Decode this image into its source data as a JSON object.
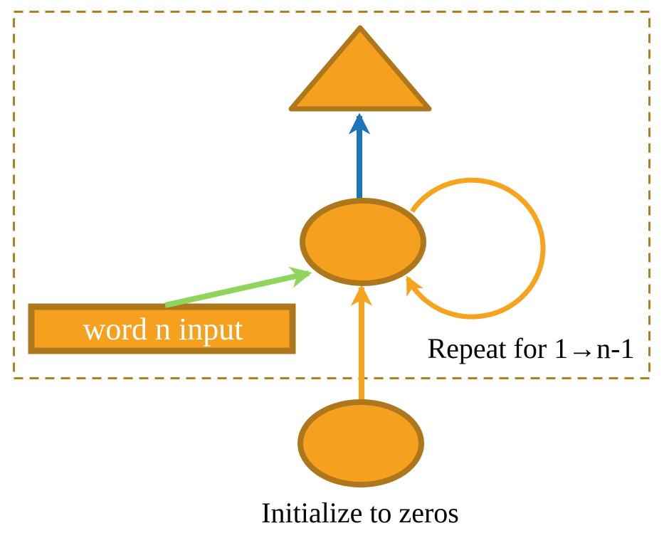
{
  "colors": {
    "background": "#FFFFFF",
    "node_fill": "#F5A11F",
    "node_border": "#AE771B",
    "boundary_dash": "#B1801E",
    "arrow_recurrent": "#F6A41E",
    "arrow_output": "#1B75BC",
    "arrow_input": "#8FD45C",
    "label_on_node": "#FFFFFF",
    "label_text": "#000000"
  },
  "nodes": {
    "input_box_label": "word n input"
  },
  "annotations": {
    "repeat_note": "Repeat for 1→n-1",
    "initialize_note": "Initialize to zeros"
  }
}
